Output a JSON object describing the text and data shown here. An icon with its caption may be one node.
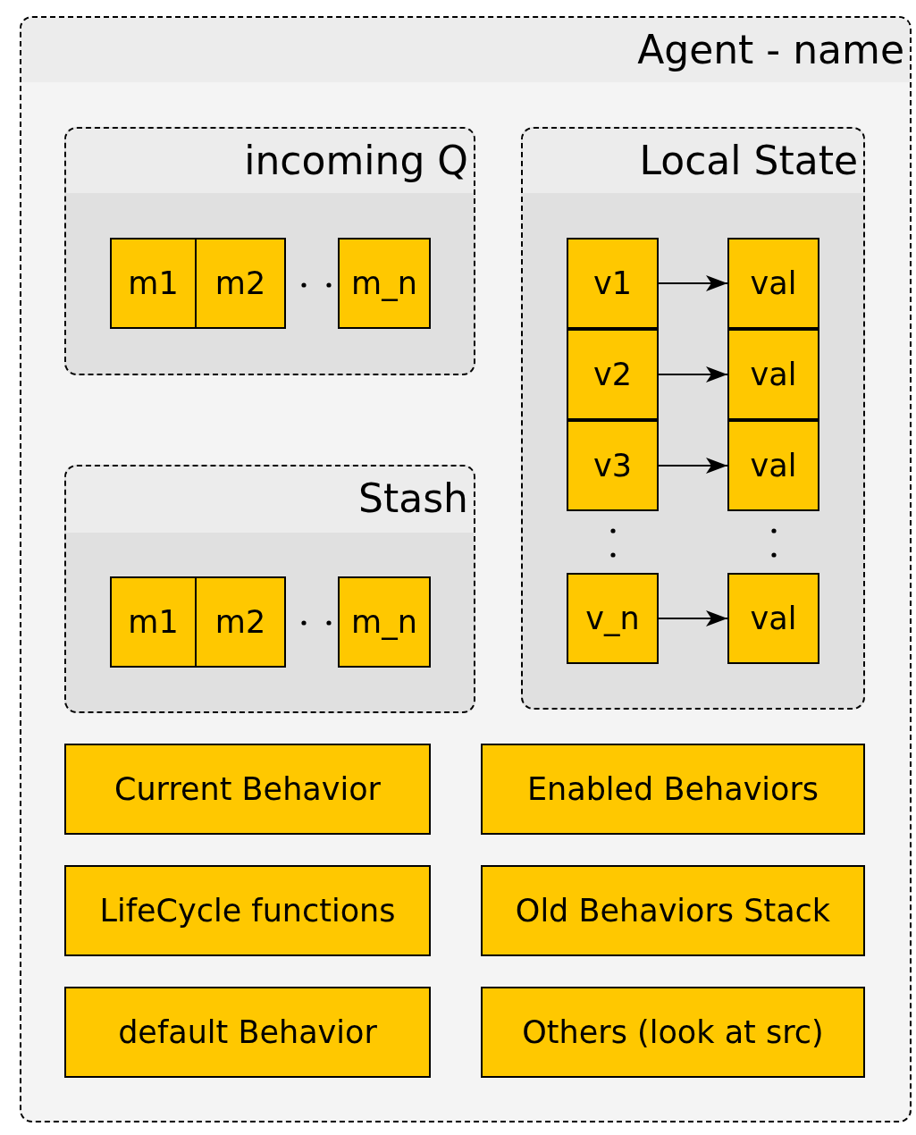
{
  "diagram": {
    "nodes": [
      {
        "text": [
          "Agent - name"
        ]
      },
      {
        "text": [
          "incoming Q"
        ],
        "in": 0
      },
      {
        "text": [
          "m1"
        ],
        "in": 1
      },
      {
        "text": [
          "m2"
        ],
        "in": 1
      },
      {
        "text": [
          "m_n"
        ],
        "in": 1
      },
      {
        "text": [
          "Local State"
        ],
        "in": 0
      },
      {
        "text": [
          "v1"
        ],
        "in": 5
      },
      {
        "text": [
          "val"
        ],
        "in": 5
      },
      {
        "text": [
          "v2"
        ],
        "in": 5
      },
      {
        "text": [
          "val"
        ],
        "in": 5
      },
      {
        "text": [
          "v3"
        ],
        "in": 5
      },
      {
        "text": [
          "val"
        ],
        "in": 5
      },
      {
        "text": [
          "v_n"
        ],
        "in": 5
      },
      {
        "text": [
          "val"
        ],
        "in": 5
      },
      {
        "text": [
          "Stash"
        ],
        "in": 0
      },
      {
        "text": [
          "m1"
        ],
        "in": 14
      },
      {
        "text": [
          "m2"
        ],
        "in": 14
      },
      {
        "text": [
          "m_n"
        ],
        "in": 14
      },
      {
        "text": [
          "Current Behavior"
        ],
        "in": 0
      },
      {
        "text": [
          "Enabled Behaviors"
        ],
        "in": 0
      },
      {
        "text": [
          "LifeCycle functions"
        ],
        "in": 0
      },
      {
        "text": [
          "Old Behaviors Stack"
        ],
        "in": 0
      },
      {
        "text": [
          "default Behavior"
        ],
        "in": 0
      },
      {
        "text": [
          "Others (look at src)"
        ],
        "in": 0
      }
    ],
    "edges": [
      {
        "from": 6,
        "to": 7,
        "arrow": "to"
      },
      {
        "from": 8,
        "to": 9,
        "arrow": "to"
      },
      {
        "from": 10,
        "to": 11,
        "arrow": "to"
      },
      {
        "from": 12,
        "to": 13,
        "arrow": "to"
      }
    ]
  }
}
